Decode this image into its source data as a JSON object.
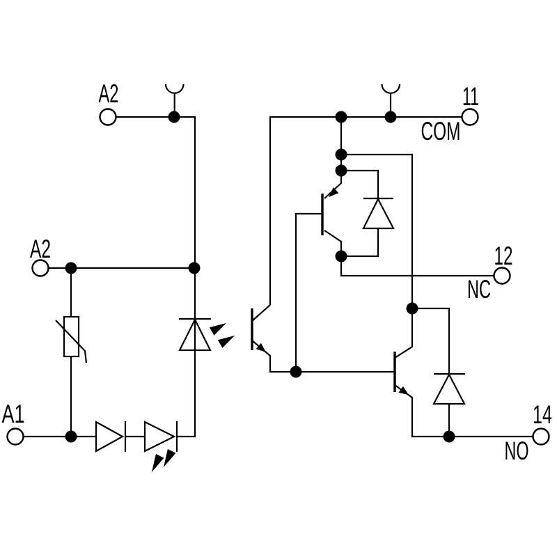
{
  "page": {
    "background": "#ffffff"
  },
  "colors": {
    "line": "#000000",
    "symbol_fill": "#000000",
    "terminal_fill": "#ffffff"
  },
  "terminals": {
    "a2_top": {
      "label": "A2"
    },
    "a2_mid": {
      "label": "A2"
    },
    "a1": {
      "label": "A1"
    },
    "t11": {
      "label": "11",
      "function": "COM"
    },
    "t12": {
      "label": "12",
      "function": "NC"
    },
    "t14": {
      "label": "14",
      "function": "NO"
    }
  },
  "components": [
    "varistor",
    "series-diode",
    "indicator-led",
    "optocoupler-led",
    "optocoupler-phototransistor",
    "pnp-output-transistor",
    "npn-output-transistor",
    "freewheeling-diode-nc",
    "freewheeling-diode-no",
    "test-tap-input",
    "test-tap-output"
  ]
}
